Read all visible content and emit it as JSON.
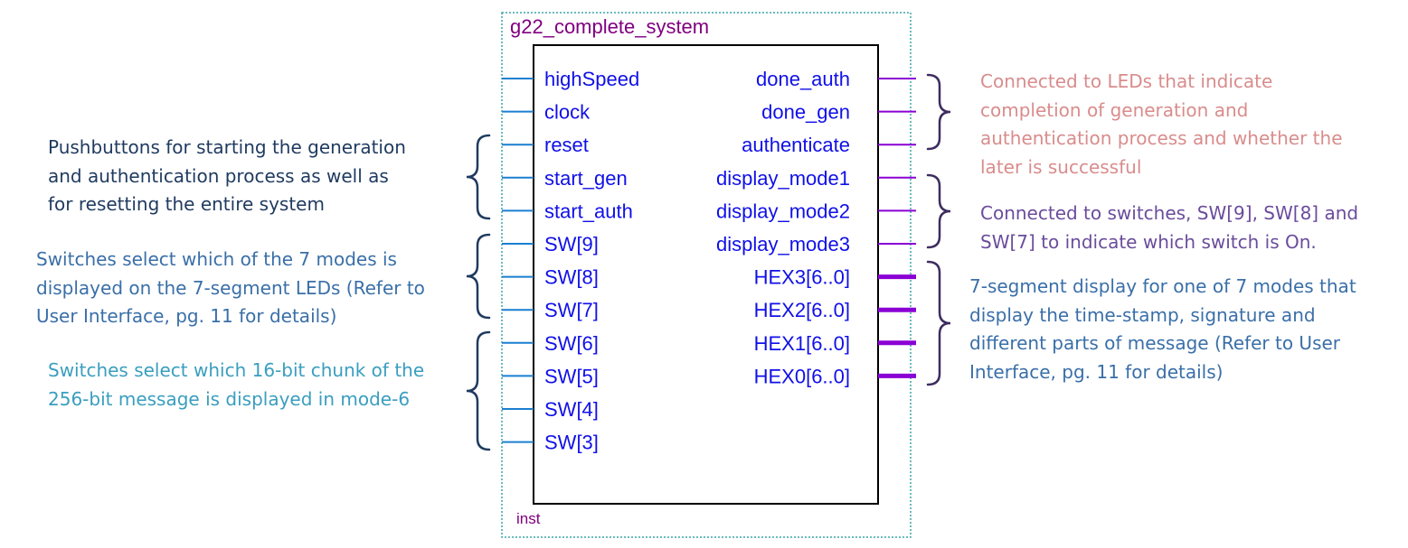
{
  "block": {
    "name": "g22_complete_system",
    "instance": "inst",
    "inputs": [
      "highSpeed",
      "clock",
      "reset",
      "start_gen",
      "start_auth",
      "SW[9]",
      "SW[8]",
      "SW[7]",
      "SW[6]",
      "SW[5]",
      "SW[4]",
      "SW[3]"
    ],
    "outputs": [
      {
        "name": "done_auth",
        "bus": false
      },
      {
        "name": "done_gen",
        "bus": false
      },
      {
        "name": "authenticate",
        "bus": false
      },
      {
        "name": "display_mode1",
        "bus": false
      },
      {
        "name": "display_mode2",
        "bus": false
      },
      {
        "name": "display_mode3",
        "bus": false
      },
      {
        "name": "HEX3[6..0]",
        "bus": true
      },
      {
        "name": "HEX2[6..0]",
        "bus": true
      },
      {
        "name": "HEX1[6..0]",
        "bus": true
      },
      {
        "name": "HEX0[6..0]",
        "bus": true
      }
    ]
  },
  "notes": {
    "pushbuttons": [
      "Pushbuttons for starting the generation",
      "and authentication process as well as",
      "for resetting the entire system"
    ],
    "mode_switches": [
      "Switches select which of the 7 modes is",
      "displayed on the 7-segment LEDs (Refer to",
      "User Interface, pg. 11 for details)"
    ],
    "chunk_switches": [
      "Switches select which 16-bit chunk of the",
      "256-bit message is displayed in mode-6"
    ],
    "leds": [
      "Connected to LEDs that indicate",
      "completion of generation and",
      "authentication process and whether the",
      "later is successful"
    ],
    "display_switches": [
      "Connected to switches, SW[9], SW[8] and",
      "SW[7] to indicate which switch is On."
    ],
    "seven_segment": [
      "7-segment display for one of 7 modes that",
      "display the time-stamp, signature and",
      "different parts of message (Refer to User",
      "Interface, pg. 11 for details)"
    ]
  },
  "colors": {
    "frame": "#3aa6a6",
    "box": "#000000",
    "input_wire": "#1a7fd0",
    "output_wire": "#8a00d4",
    "port_text": "#1010e8",
    "title_text": "#800080",
    "brace": "#1f3a5f",
    "brace_right": "#3d2d5e",
    "note_pushbuttons": "#1f3a5f",
    "note_mode_switches": "#3a6fa8",
    "note_chunk_switches": "#3a9ebf",
    "note_leds": "#d98c8c",
    "note_display_switches": "#6a4c9c",
    "note_seven_segment": "#3a6fa8"
  }
}
